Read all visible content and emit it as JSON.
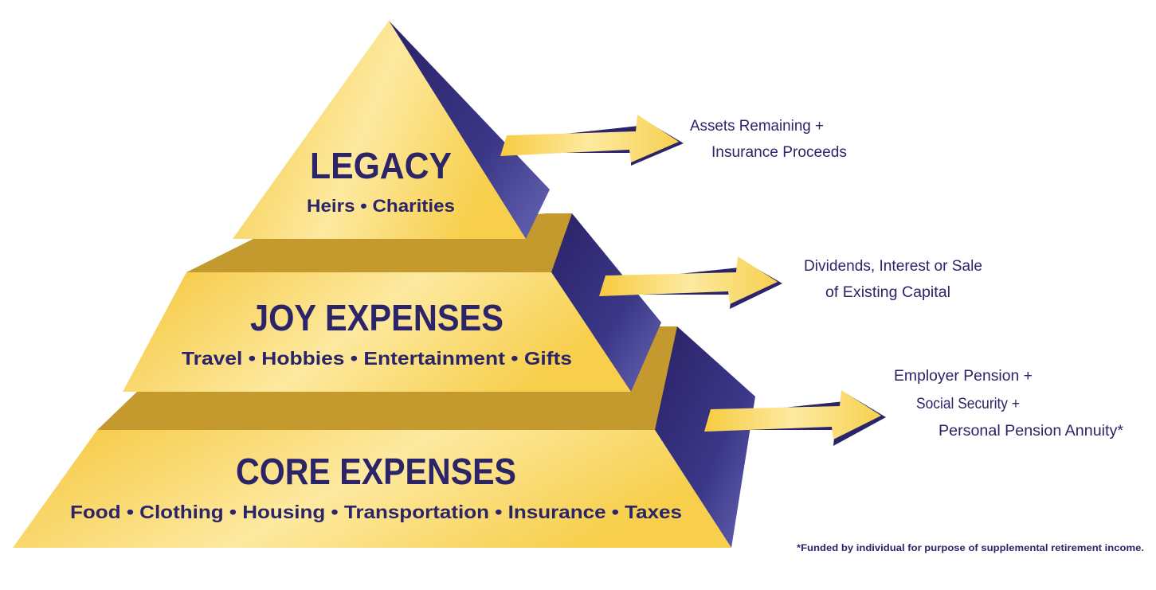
{
  "colors": {
    "gold_light": "#fdeea0",
    "gold": "#f8cf45",
    "gold_dark": "#c2982e",
    "navy": "#2b2468",
    "navy_light": "#5553a6"
  },
  "tiers": [
    {
      "title": "LEGACY",
      "subtitle": "Heirs • Charities"
    },
    {
      "title": "JOY EXPENSES",
      "subtitle": "Travel • Hobbies • Entertainment • Gifts"
    },
    {
      "title": "CORE EXPENSES",
      "subtitle": "Food • Clothing • Housing • Transportation • Insurance • Taxes"
    }
  ],
  "sources": [
    {
      "lines": [
        "Assets Remaining +",
        "Insurance Proceeds"
      ]
    },
    {
      "lines": [
        "Dividends, Interest or Sale",
        "of Existing Capital"
      ]
    },
    {
      "lines": [
        "Employer Pension +",
        "Social Security +",
        "Personal Pension Annuity*"
      ]
    }
  ],
  "footnote": "*Funded by individual for purpose of supplemental retirement income."
}
